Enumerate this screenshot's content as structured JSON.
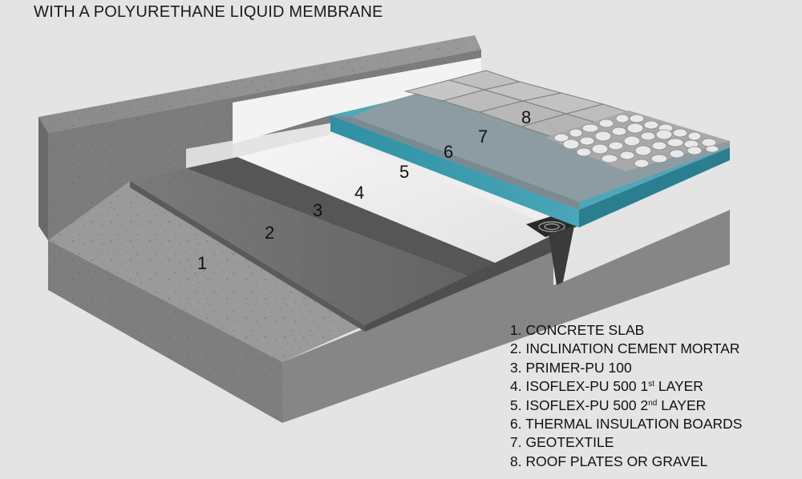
{
  "title": "WITH A POLYURETHANE LIQUID MEMBRANE",
  "callouts": [
    "1",
    "2",
    "3",
    "4",
    "5",
    "6",
    "7",
    "8"
  ],
  "legend": [
    {
      "n": "1.",
      "text": "CONCRETE SLAB"
    },
    {
      "n": "2.",
      "text": "INCLINATION CEMENT MORTAR"
    },
    {
      "n": "3.",
      "text": "PRIMER-PU 100"
    },
    {
      "n": "4.",
      "text": "ISOFLEX-PU 500 1",
      "sup": "st",
      "after": " LAYER"
    },
    {
      "n": "5.",
      "text": "ISOFLEX-PU 500 2",
      "sup": "nd",
      "after": " LAYER"
    },
    {
      "n": "6.",
      "text": "THERMAL INSULATION BOARDS"
    },
    {
      "n": "7.",
      "text": "GEOTEXTILE"
    },
    {
      "n": "8.",
      "text": "ROOF PLATES OR GRAVEL"
    }
  ],
  "colors": {
    "background": "#e4e4e4",
    "concrete": "#8c8c8c",
    "mortar": "#6b6b6b",
    "primer": "#555555",
    "membrane": "#f2f2f2",
    "insulation": "#3a98ab",
    "geotextile": "#8b9aa0",
    "plates": "#bdbdbd"
  }
}
